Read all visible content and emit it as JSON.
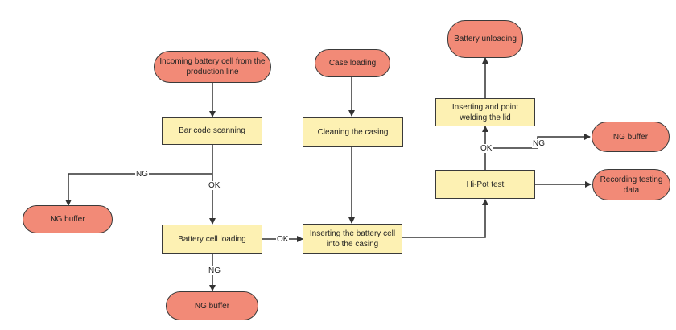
{
  "nodes": {
    "incoming": "Incoming battery cell from the production line",
    "case_loading": "Case loading",
    "battery_unloading": "Battery unloading",
    "barcode": "Bar code scanning",
    "cleaning": "Cleaning the casing",
    "insert_weld": "Inserting and point welding the lid",
    "ng_buffer_right": "NG buffer",
    "hipot": "Hi-Pot test",
    "recording": "Recording testing data",
    "ng_buffer_left": "NG buffer",
    "cell_loading": "Battery cell loading",
    "inserting": "Inserting the battery cell into the casing",
    "ng_buffer_bottom": "NG buffer"
  },
  "edge_labels": {
    "ng_1": "NG",
    "ok_1": "OK",
    "ok_2": "OK",
    "ng_2": "NG",
    "ok_3": "OK",
    "ng_3": "NG"
  },
  "colors": {
    "process_fill": "#fdf1b3",
    "terminal_fill": "#f28a77",
    "stroke": "#3a3a3a"
  }
}
